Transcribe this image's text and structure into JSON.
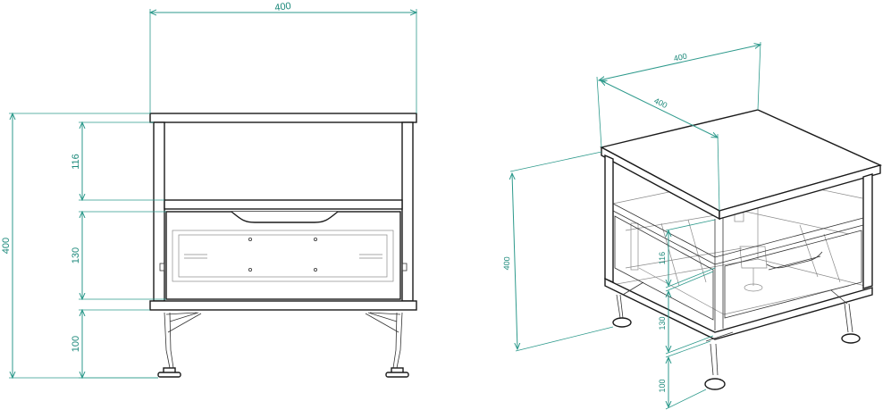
{
  "colors": {
    "dimension": "#2e9a8c",
    "outline": "#1a1a1a",
    "hidden": "#8a8a8a",
    "background": "#ffffff"
  },
  "front_view": {
    "width_label": "400",
    "height_label": "400",
    "shelf_label": "116",
    "drawer_label": "130",
    "legs_label": "100"
  },
  "iso_view": {
    "width_label": "400",
    "depth_label": "400",
    "height_label": "400",
    "shelf_label": "116",
    "drawer_label": "130",
    "legs_label": "100"
  }
}
